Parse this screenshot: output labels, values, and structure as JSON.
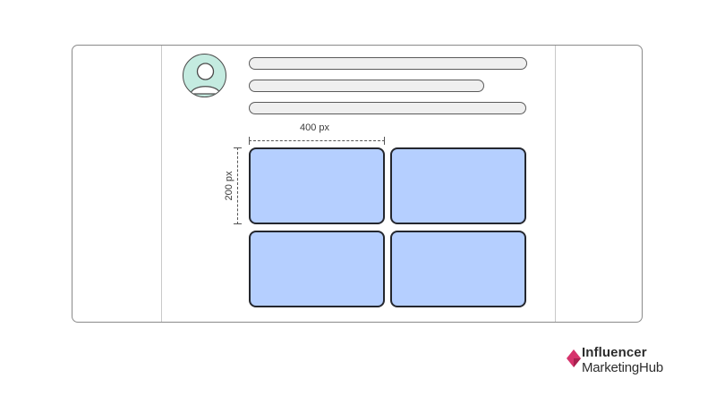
{
  "dimensions": {
    "width_label": "400 px",
    "height_label": "200 px"
  },
  "profile": {
    "avatar_icon": "user-avatar-icon",
    "text_lines": 3
  },
  "grid": {
    "tiles": 4,
    "tile_color": "#b5cfff"
  },
  "brand": {
    "name_line1": "Influencer",
    "name_line2": "MarketingHub",
    "accent_color": "#d6336c"
  }
}
